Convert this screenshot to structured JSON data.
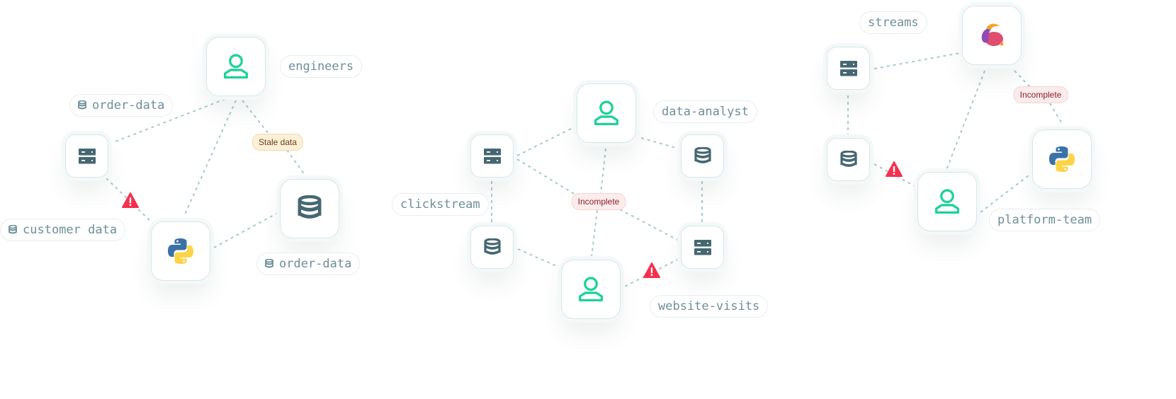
{
  "clusters": [
    {
      "labels": {
        "owner": "engineers",
        "source_top": "order-data",
        "source_left": "customer data",
        "source_bottom": "order-data"
      },
      "badge": "Stale data"
    },
    {
      "labels": {
        "owner_top": "data-analyst",
        "source_left": "clickstream",
        "source_bottom": "website-visits"
      },
      "badge": "Incomplete"
    },
    {
      "labels": {
        "source": "streams",
        "owner": "platform-team"
      },
      "badge": "Incomplete"
    }
  ],
  "colors": {
    "user_icon": "#1fd19a",
    "db_icon": "#456772",
    "warning": "#f5304e",
    "edge": "#a9c9cf"
  }
}
